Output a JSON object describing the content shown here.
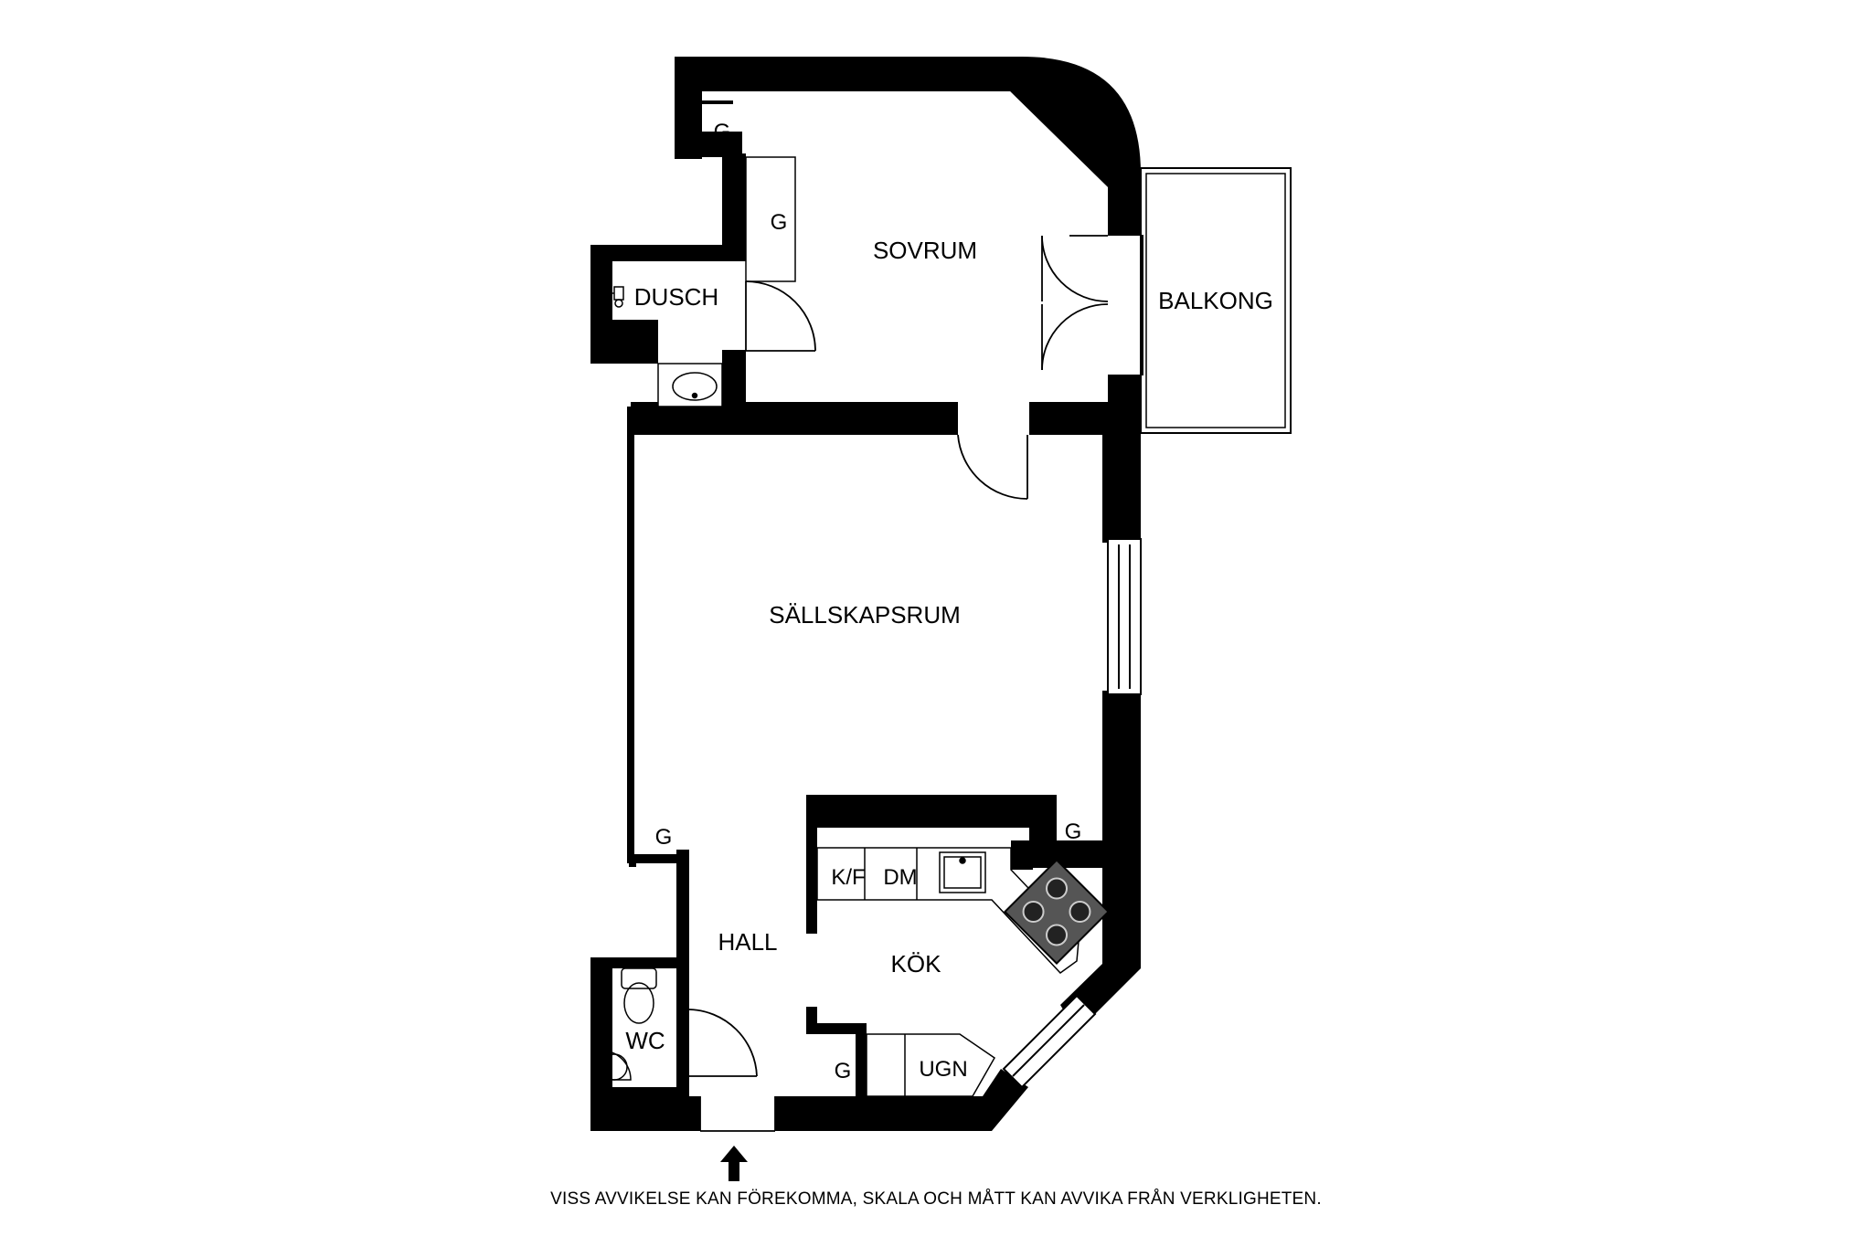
{
  "rooms": {
    "sovrum": "SOVRUM",
    "balkong": "BALKONG",
    "dusch": "DUSCH",
    "sallskapsrum": "SÄLLSKAPSRUM",
    "hall": "HALL",
    "kok": "KÖK",
    "wc": "WC"
  },
  "fixtures": {
    "closet_label": "G",
    "fridge_freezer": "K/F",
    "dishwasher": "DM",
    "oven": "UGN"
  },
  "disclaimer": "VISS AVVIKELSE KAN FÖREKOMMA, SKALA OCH MÅTT KAN AVVIKA FRÅN VERKLIGHETEN."
}
